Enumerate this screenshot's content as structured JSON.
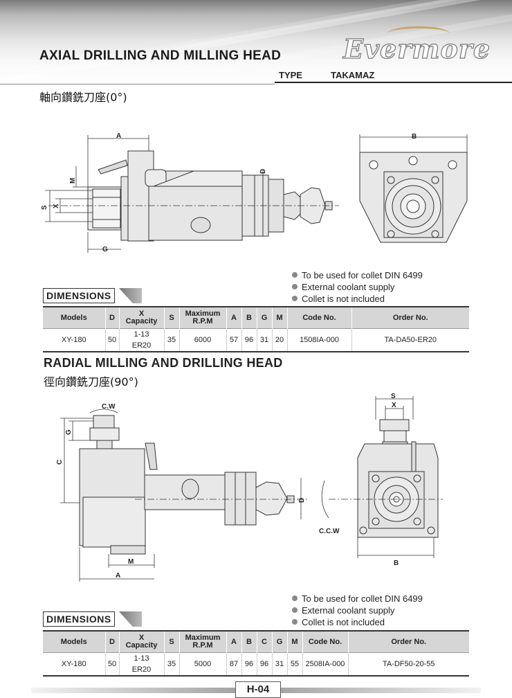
{
  "header": {
    "title": "AXIAL DRILLING AND MILLING HEAD",
    "brand": "Evermore",
    "type_label": "TYPE",
    "type_value": "TAKAMAZ"
  },
  "section1": {
    "title_cn": "軸向鑽銑刀座(0°)",
    "drawing_labels": {
      "a": "A",
      "b": "B",
      "d": "D",
      "m": "M",
      "s": "S",
      "x": "X",
      "g": "G"
    },
    "notes": [
      "To be used for collet DIN 6499",
      "External coolant supply",
      "Collet is not included"
    ],
    "dimensions_label": "DIMENSIONS",
    "table": {
      "headers": [
        "Models",
        "D",
        "X\nCapacity",
        "S",
        "Maximum\nR.P.M",
        "A",
        "B",
        "G",
        "M",
        "Code No.",
        "Order No."
      ],
      "rows": [
        [
          "XY-180",
          "50",
          "1-13\nER20",
          "35",
          "6000",
          "57",
          "96",
          "31",
          "20",
          "1508IA-000",
          "TA-DA50-ER20"
        ]
      ]
    }
  },
  "section2": {
    "title": "RADIAL MILLING AND DRILLING HEAD",
    "title_cn": "徑向鑽銑刀座(90°)",
    "drawing_labels": {
      "cw": "C.W",
      "ccw": "C.C.W",
      "g": "G",
      "c": "C",
      "m": "M",
      "a": "A",
      "d": "D",
      "s": "S",
      "x": "X",
      "b": "B"
    },
    "notes": [
      "To be used for collet DIN 6499",
      "External coolant supply",
      "Collet is not included"
    ],
    "dimensions_label": "DIMENSIONS",
    "table": {
      "headers": [
        "Models",
        "D",
        "X\nCapacity",
        "S",
        "Maximum\nR.P.M",
        "A",
        "B",
        "C",
        "G",
        "M",
        "Code No.",
        "Order No."
      ],
      "rows": [
        [
          "XY-180",
          "50",
          "1-13\nER20",
          "35",
          "5000",
          "87",
          "96",
          "96",
          "31",
          "55",
          "2508IA-000",
          "TA-DF50-20-55"
        ]
      ]
    }
  },
  "footer": {
    "page": "H-04"
  }
}
